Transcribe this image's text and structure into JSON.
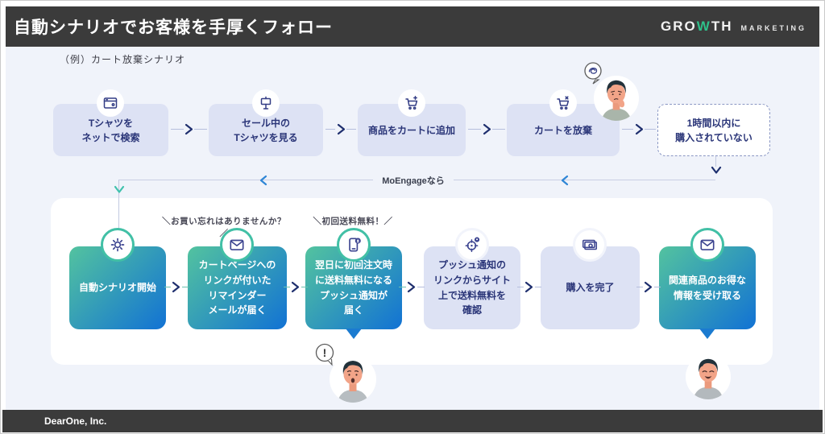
{
  "header": {
    "title": "自動シナリオでお客様を手厚くフォロー",
    "logo": {
      "part1": "GRO",
      "w": "W",
      "part2": "TH",
      "sub": "MARKETING"
    }
  },
  "subtitle": "（例）カート放棄シナリオ",
  "top_flow": {
    "steps": [
      {
        "label": "Tシャツを\nネットで検索",
        "icon": "browser-icon"
      },
      {
        "label": "セール中の\nTシャツを見る",
        "icon": "signpost-icon"
      },
      {
        "label": "商品をカートに追加",
        "icon": "cart-add-icon"
      },
      {
        "label": "カートを放棄",
        "icon": "cart-remove-icon"
      }
    ],
    "condition": "1時間以内に\n購入されていない",
    "customer_bubble_icon": "confused-scribble-icon"
  },
  "connector": {
    "label": "MoEngageなら"
  },
  "bottom_flow": {
    "steps": [
      {
        "label": "自動シナリオ開始",
        "icon": "gear-icon",
        "style": "teal"
      },
      {
        "label": "カートページへの\nリンクが付いた\nリマインダー\nメールが届く",
        "icon": "mail-icon",
        "style": "teal",
        "callout": "＼お買い忘れはありませんか？／"
      },
      {
        "label": "翌日に初回注文時\nに送料無料になる\nプッシュ通知が\n届く",
        "icon": "phone-notification-icon",
        "style": "teal",
        "callout": "＼初回送料無料！／"
      },
      {
        "label": "プッシュ通知の\nリンクからサイト\n上で送料無料を\n確認",
        "icon": "target-notification-icon",
        "style": "light"
      },
      {
        "label": "購入を完了",
        "icon": "cash-icon",
        "style": "light"
      },
      {
        "label": "関連商品のお得な\n情報を受け取る",
        "icon": "mail-icon",
        "style": "teal"
      }
    ],
    "exclaim_bubble": "!"
  },
  "footer": {
    "company": "DearOne, Inc."
  },
  "colors": {
    "header_bg": "#3b3b3b",
    "content_bg": "#f0f3fa",
    "light_box": "#dde2f4",
    "teal_gradient_start": "#53c39f",
    "teal_gradient_end": "#1272d4",
    "navy_text": "#2a3578",
    "logo_green": "#2ec08a",
    "chevron_blue": "#2f86d6",
    "chevron_teal": "#3fc2ad"
  }
}
